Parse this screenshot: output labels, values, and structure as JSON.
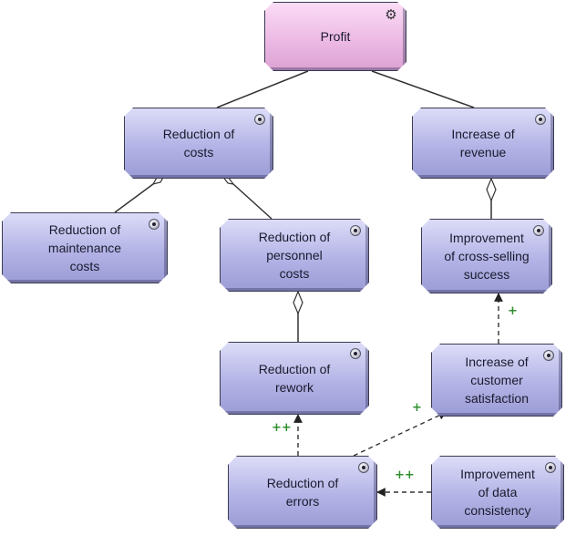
{
  "nodes": {
    "profit": {
      "label": "Profit",
      "icon": "gear-icon"
    },
    "reduction_of_costs": {
      "label": "Reduction of\ncosts",
      "icon": "model-link-icon"
    },
    "increase_of_revenue": {
      "label": "Increase of\nrevenue",
      "icon": "model-link-icon"
    },
    "reduction_of_maintenance_costs": {
      "label": "Reduction of\nmaintenance\ncosts",
      "icon": "model-link-icon"
    },
    "reduction_of_personnel_costs": {
      "label": "Reduction of\npersonnel\ncosts",
      "icon": "model-link-icon"
    },
    "improvement_of_cross_selling_success": {
      "label": "Improvement\nof cross-selling\nsuccess",
      "icon": "model-link-icon"
    },
    "reduction_of_rework": {
      "label": "Reduction of\nrework",
      "icon": "model-link-icon"
    },
    "increase_of_customer_satisfaction": {
      "label": "Increase of\ncustomer\nsatisfaction",
      "icon": "model-link-icon"
    },
    "reduction_of_errors": {
      "label": "Reduction of\nerrors",
      "icon": "model-link-icon"
    },
    "improvement_of_data_consistency": {
      "label": "Improvement\nof data\nconsistency",
      "icon": "model-link-icon"
    }
  },
  "influences": {
    "errors_to_rework": "++",
    "errors_to_satisfaction": "+",
    "satisfaction_to_cross_selling": "+",
    "data_consistency_to_errors": "++"
  },
  "colors": {
    "goal_fill": "#b3b3e6",
    "top_goal_fill": "#ebb7e3",
    "influence_label": "#2f8f2f",
    "edge": "#333333"
  }
}
